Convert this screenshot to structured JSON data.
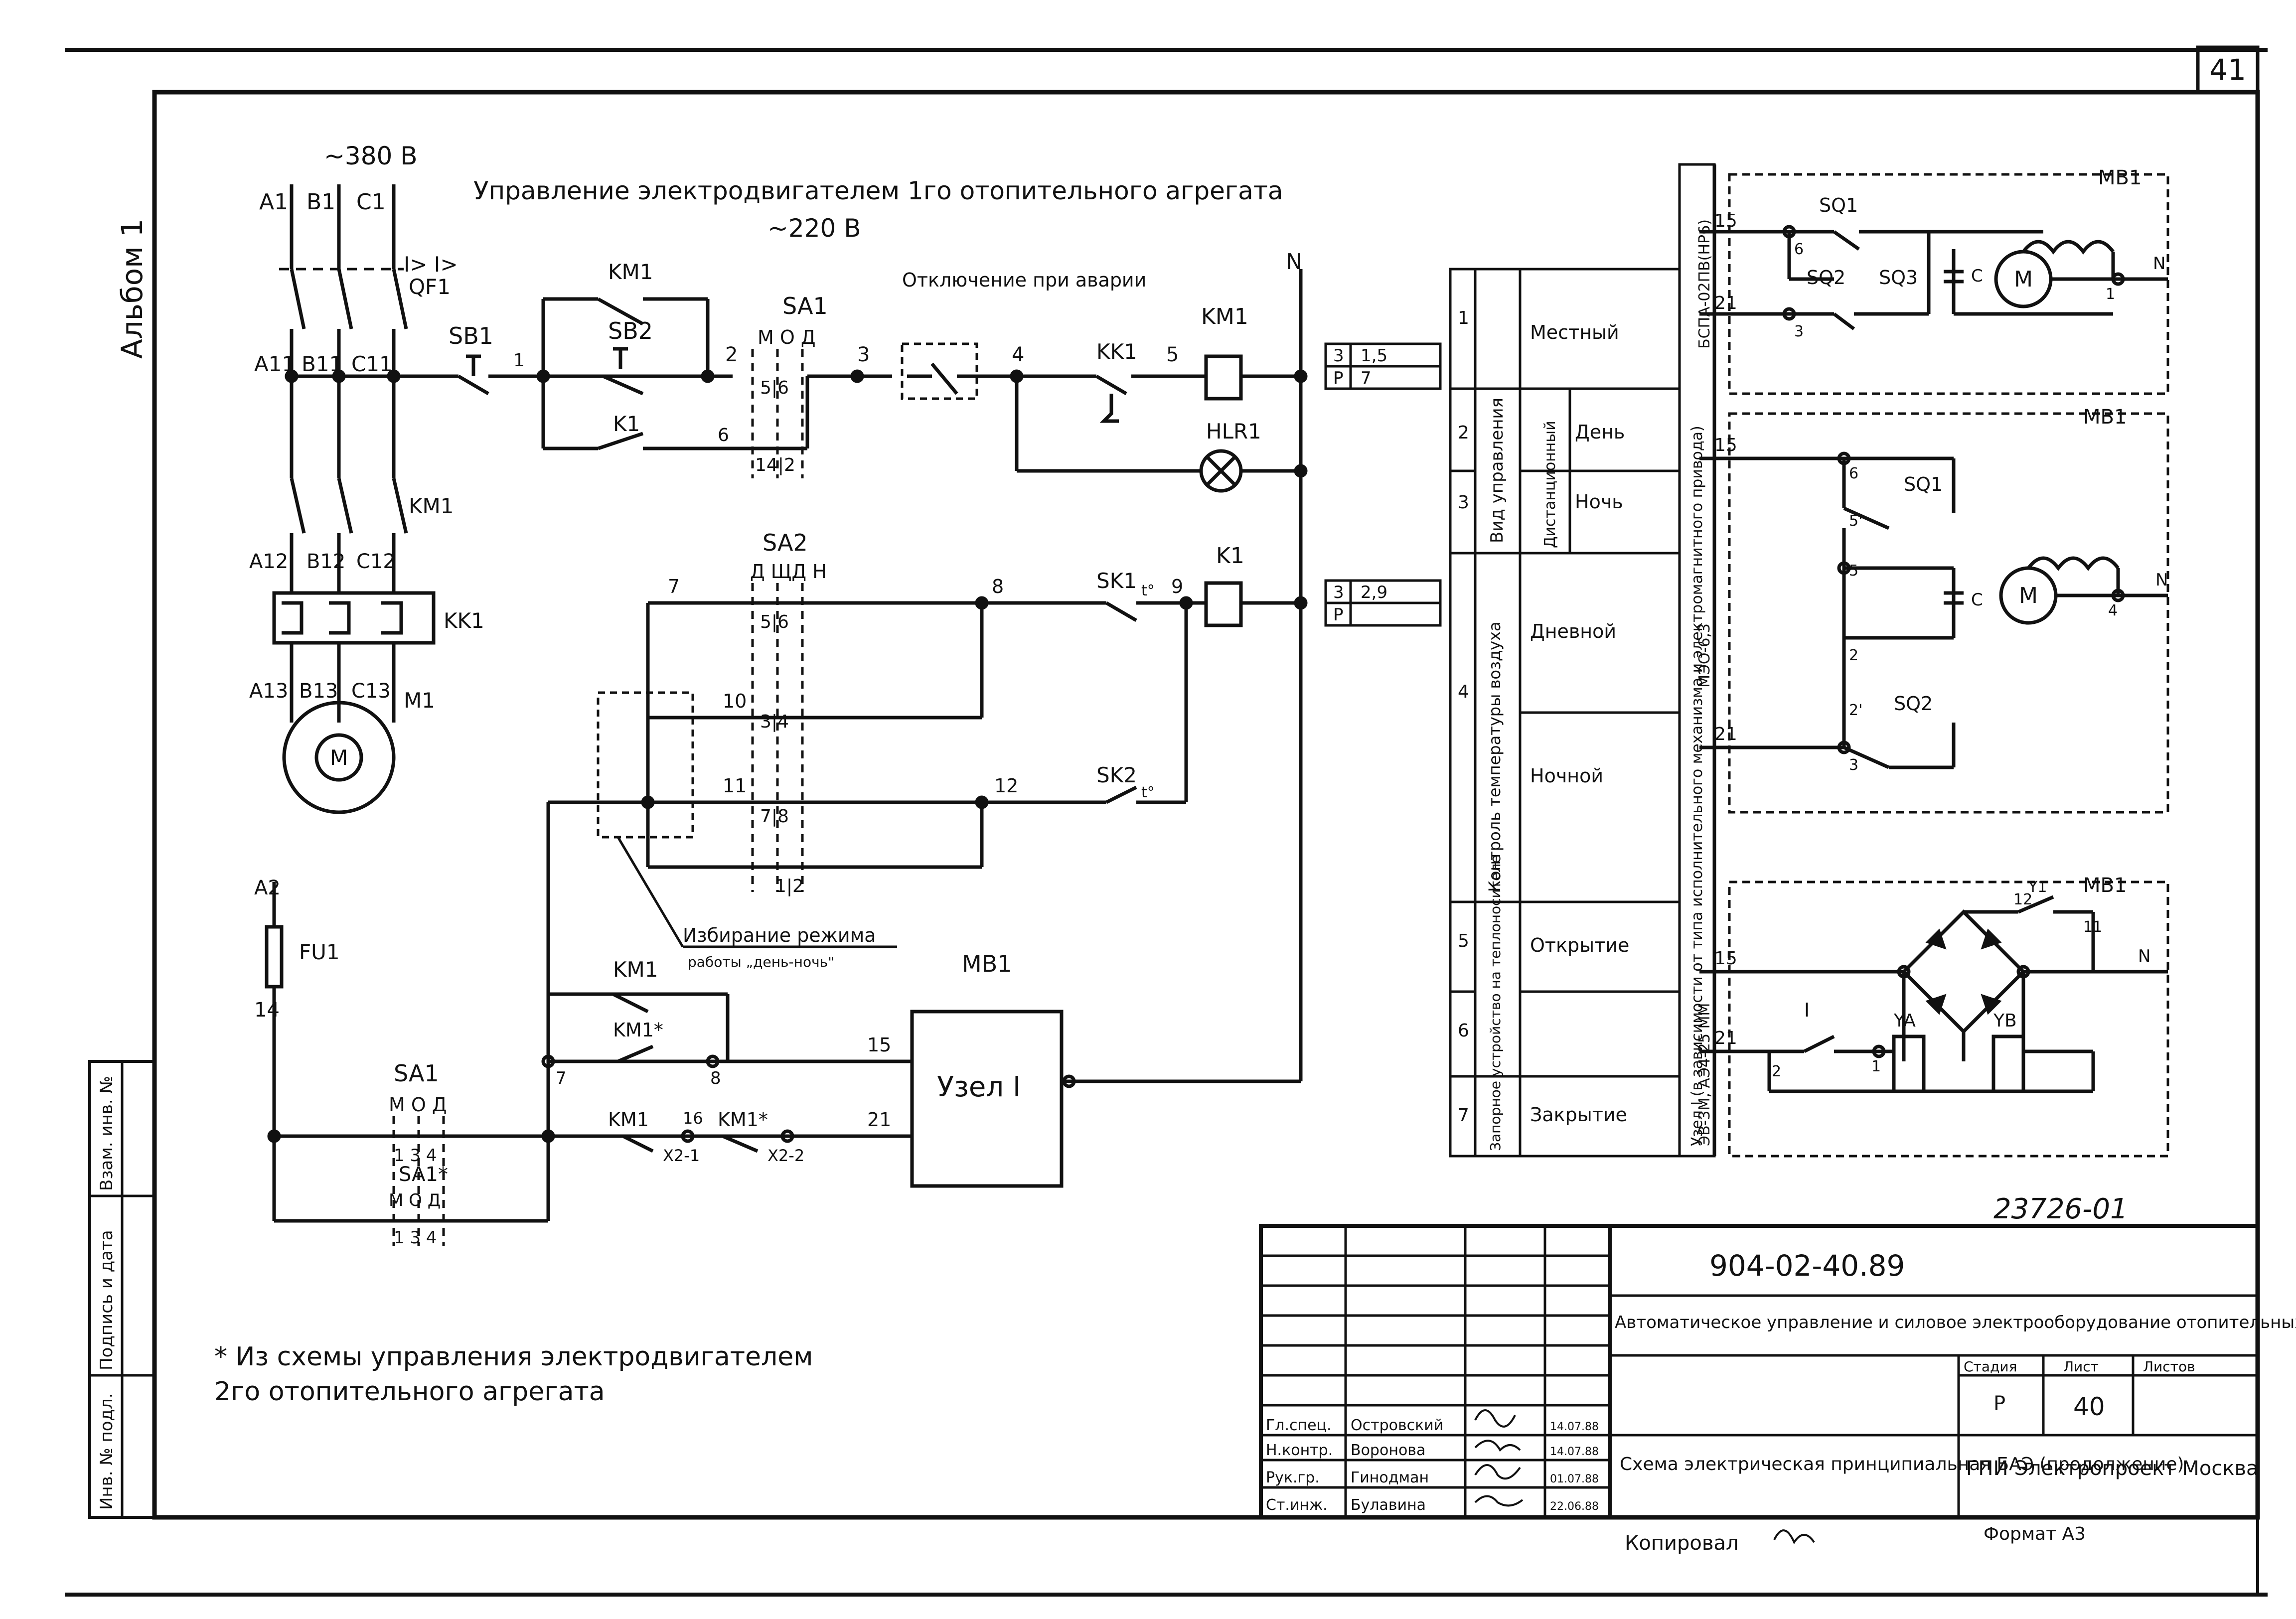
{
  "page_number": "41",
  "album": "Альбом 1",
  "side_stamp": [
    "Инв. № подл.",
    "Подпись и дата",
    "Взам. инв. №"
  ],
  "title": "Управление электродвигателем 1го отопительного агрегата",
  "supply": {
    "v380": "~380 В",
    "v220": "~220 В",
    "neutral": "N"
  },
  "power": {
    "phases_in": [
      "A1",
      "B1",
      "C1"
    ],
    "breaker": "QF1",
    "breaker_trip": "I> I>",
    "phases_mid": [
      "A11",
      "B11",
      "C11"
    ],
    "phases_km": [
      "A12",
      "B12",
      "C12"
    ],
    "contactor": "KM1",
    "relay": "KK1",
    "phases_out": [
      "A13",
      "B13",
      "C13"
    ],
    "motor": "M",
    "motor_label": "M1",
    "fuse": "FU1",
    "wire_a2": "A2",
    "wire_14": "14"
  },
  "control": {
    "sb1": "SB1",
    "sb2": "SB2",
    "km1": "KM1",
    "k1": "K1",
    "sa1": "SA1",
    "sa1_modes": "М О Д",
    "sa1_contacts_top": "5|6",
    "sa1_contacts_bot": "14|2",
    "emergency": "Отключение при аварии",
    "kk1": "KK1",
    "km1_coil": "KM1",
    "hlr1": "HLR1",
    "nodes": [
      "1",
      "2",
      "3",
      "4",
      "5",
      "6"
    ],
    "sa2": "SA2",
    "sa2_modes": "Д ЩД Н",
    "sa2_contacts": [
      "5|6",
      "3|4",
      "7|8",
      "1|2"
    ],
    "sk1": "SK1",
    "sk2": "SK2",
    "temp": "t°",
    "k1_coil": "K1",
    "nodes2": [
      "7",
      "8",
      "9",
      "10",
      "11",
      "12"
    ],
    "mode_select_1": "Избирание режима",
    "mode_select_2": "работы „день-ночь\"",
    "km1_star": "KM1*",
    "sa1_star": "SA1*",
    "sa1b": "SA1",
    "sa1b_modes": "М О Д",
    "sa1b_contacts": "1 3 4",
    "nodes3": [
      "7",
      "8",
      "15",
      "16",
      "21"
    ],
    "x21": "X2-1",
    "x22": "X2-2",
    "mb1": "MB1",
    "uzel": "Узел I"
  },
  "ref_boxes": [
    {
      "n": "3",
      "v": "1,5",
      "p": "Р",
      "pv": "7"
    },
    {
      "n": "3",
      "v": "2,9",
      "p": "Р",
      "pv": ""
    }
  ],
  "legend_table": {
    "col1": "Вид управления",
    "col1b": "Дистанционный",
    "col2": "Контроль температуры воздуха",
    "col3": "Запорное устройство на теплоносителе",
    "rows": [
      {
        "n": "1",
        "label": "Местный"
      },
      {
        "n": "2",
        "label": "День"
      },
      {
        "n": "3",
        "label": "Ночь"
      },
      {
        "n": "4",
        "label": "Дневной"
      },
      {
        "n": "",
        "label": "Ночной"
      },
      {
        "n": "5",
        "label": "Открытие"
      },
      {
        "n": "6",
        "label": ""
      },
      {
        "n": "7",
        "label": "Закрытие"
      }
    ],
    "vertical_note_1": "Узел I (в зависимости от типа исполнительного механизма и электромагнитного привода)",
    "vertical_note_2": "ЭВ-3М, АЭ4-25 ММ",
    "vertical_note_3": "МЭО-6,3",
    "vertical_note_4": "БСПА-02ПВ(НР6)"
  },
  "units": [
    {
      "title": "MB1",
      "terms": [
        "15",
        "21",
        "6",
        "3",
        "1",
        "N"
      ],
      "sq": [
        "SQ1",
        "SQ2",
        "SQ3"
      ],
      "c": "C",
      "m": "M"
    },
    {
      "title": "MB1",
      "terms": [
        "15",
        "21",
        "6",
        "5'",
        "5",
        "2",
        "2'",
        "3",
        "4",
        "N"
      ],
      "sq": [
        "SQ1",
        "SQ2"
      ],
      "c": "C",
      "m": "M"
    },
    {
      "title": "MB1",
      "terms": [
        "15",
        "21",
        "2",
        "1",
        "11",
        "12",
        "N"
      ],
      "sq": [
        "I"
      ],
      "ya": "YA",
      "yb": "YB",
      "y1": "Y1"
    }
  ],
  "footnote_1": "* Из схемы управления электродвигателем",
  "footnote_2": "2го отопительного агрегата",
  "stamp": {
    "drawing_code": "23726-01",
    "project_code": "904-02-40.89",
    "description": "Автоматическое управление и силовое электрооборудование отопительных агрегатов",
    "sheet_title": "Схема электрическая принципиальная БАЭ (продолжение)",
    "stage_h": "Стадия",
    "sheet_h": "Лист",
    "sheets_h": "Листов",
    "stage": "Р",
    "sheet": "40",
    "sheets": "",
    "org": "ГПИ Электропроект Москва",
    "copied": "Копировал",
    "format": "Формат А3",
    "people": [
      {
        "role": "Гл.спец.",
        "name": "Островский",
        "date": "14.07.88"
      },
      {
        "role": "Н.контр.",
        "name": "Воронова",
        "date": "14.07.88"
      },
      {
        "role": "Рук.гр.",
        "name": "Гинодман",
        "date": "01.07.88"
      },
      {
        "role": "Ст.инж.",
        "name": "Булавина",
        "date": "22.06.88"
      }
    ]
  }
}
